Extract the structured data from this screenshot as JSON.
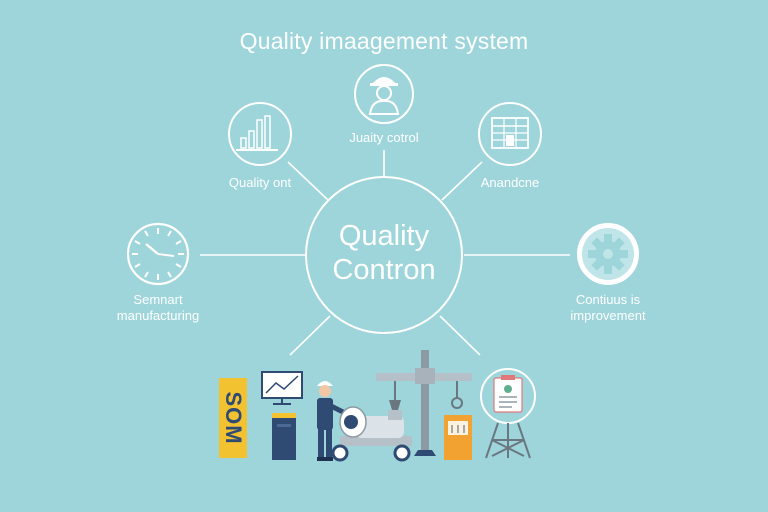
{
  "title": "Quality imaagement system",
  "center": {
    "line1": "Quality",
    "line2": "Contron"
  },
  "nodes": {
    "top": {
      "label": "Juaity cotrol",
      "icon": "worker-icon"
    },
    "top_left": {
      "label": "Quality ont",
      "icon": "bar-chart-icon"
    },
    "top_right": {
      "label": "Anandcne",
      "icon": "spreadsheet-icon"
    },
    "left": {
      "line1": "Semnart",
      "line2": "manufacturing",
      "icon": "clock-icon"
    },
    "right": {
      "line1": "Contiuus is",
      "line2": "improvement",
      "icon": "gear-icon"
    },
    "bottom_right": {
      "icon": "checklist-icon"
    }
  },
  "sign": {
    "text": "SOM"
  },
  "colors": {
    "background": "#9dd5da",
    "line": "#ffffff",
    "sign": "#f2c230",
    "sign_text": "#2f4b73",
    "navy": "#2f4b73",
    "orange": "#f2a230",
    "grey": "#8e9aa3"
  }
}
